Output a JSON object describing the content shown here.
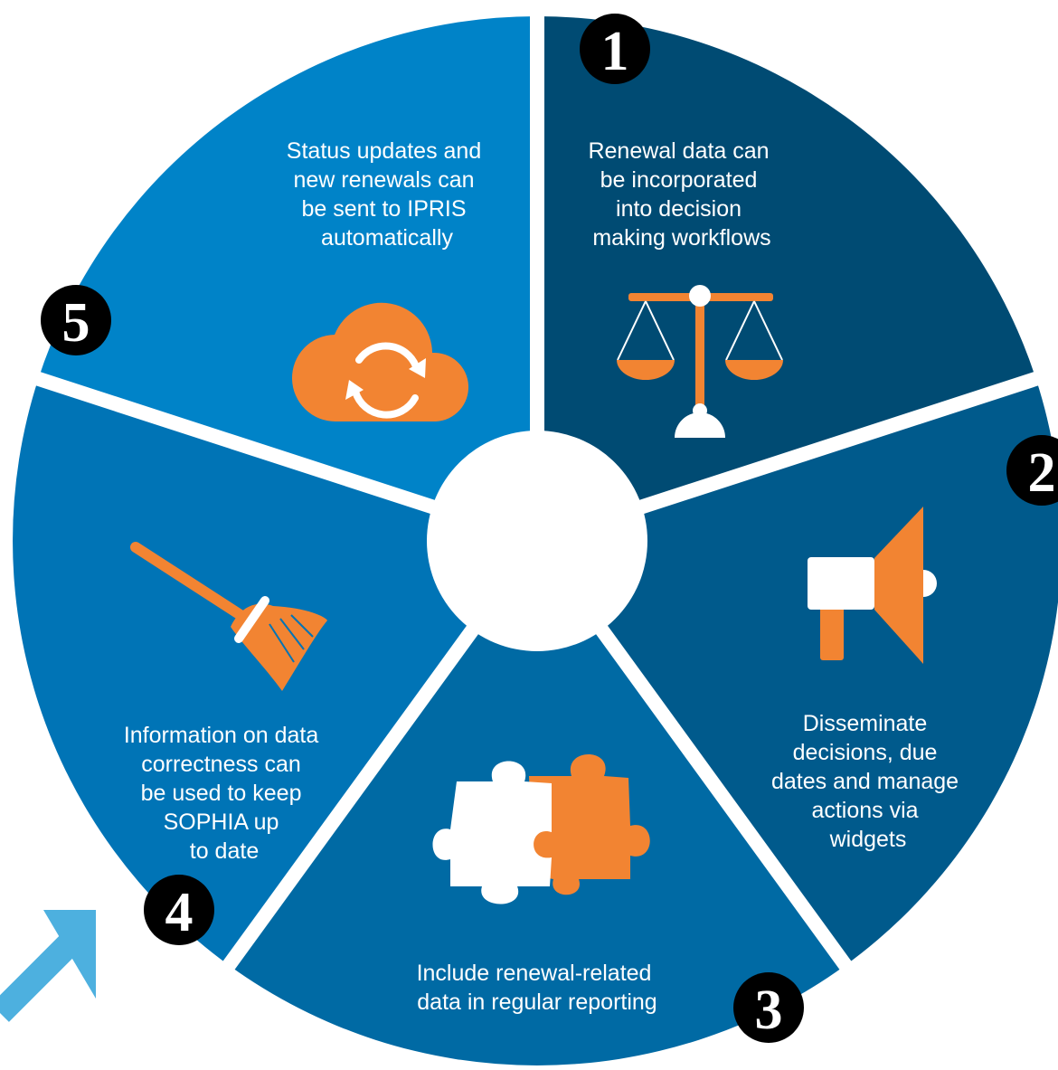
{
  "diagram": {
    "segments": [
      {
        "number": "1",
        "lines": [
          "Renewal data can",
          "be incorporated",
          "into decision",
          "making workflows"
        ],
        "icon": "scales-icon",
        "color": "#004b73"
      },
      {
        "number": "2",
        "lines": [
          "Disseminate",
          "decisions, due",
          "dates and manage",
          "actions via",
          "widgets"
        ],
        "icon": "megaphone-icon",
        "color": "#005a8c"
      },
      {
        "number": "3",
        "lines": [
          "Include renewal-related",
          "data in regular reporting"
        ],
        "icon": "puzzle-icon",
        "color": "#006aa4"
      },
      {
        "number": "4",
        "lines": [
          "Information on data",
          "correctness can",
          "be used to keep",
          "SOPHIA up",
          "to date"
        ],
        "icon": "broom-icon",
        "color": "#0074b6"
      },
      {
        "number": "5",
        "lines": [
          "Status updates and",
          "new renewals can",
          "be sent to IPRIS",
          "automatically"
        ],
        "icon": "cloud-sync-icon",
        "color": "#0083c8"
      }
    ],
    "colors": {
      "accent_orange": "#f28432",
      "badge": "#000000",
      "arrow": "#4db0df",
      "divider": "#ffffff"
    }
  }
}
